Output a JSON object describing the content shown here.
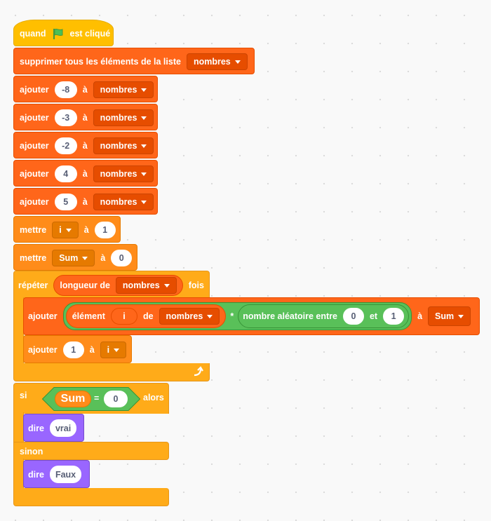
{
  "hat": {
    "prefix": "quand",
    "suffix": "est cliqué",
    "flag_icon": "green-flag-icon"
  },
  "delete_all": {
    "label": "supprimer tous les éléments de la liste",
    "list": "nombres"
  },
  "add_items": [
    {
      "verb": "ajouter",
      "value": "-8",
      "to": "à",
      "list": "nombres"
    },
    {
      "verb": "ajouter",
      "value": "-3",
      "to": "à",
      "list": "nombres"
    },
    {
      "verb": "ajouter",
      "value": "-2",
      "to": "à",
      "list": "nombres"
    },
    {
      "verb": "ajouter",
      "value": "4",
      "to": "à",
      "list": "nombres"
    },
    {
      "verb": "ajouter",
      "value": "5",
      "to": "à",
      "list": "nombres"
    }
  ],
  "set_i": {
    "verb": "mettre",
    "var": "i",
    "to": "à",
    "value": "1"
  },
  "set_sum": {
    "verb": "mettre",
    "var": "Sum",
    "to": "à",
    "value": "0"
  },
  "repeat": {
    "verb": "répéter",
    "reporter": "longueur de",
    "list": "nombres",
    "suffix": "fois"
  },
  "inner_add": {
    "verb": "ajouter",
    "item_label": "élément",
    "index_var": "i",
    "of_label": "de",
    "list": "nombres",
    "operator": "*",
    "random_label": "nombre aléatoire entre",
    "random_from": "0",
    "and_label": "et",
    "random_to": "1",
    "to": "à",
    "target": "Sum"
  },
  "change_i": {
    "verb": "ajouter",
    "value": "1",
    "to": "à",
    "var": "i"
  },
  "if_block": {
    "if_label": "si",
    "var": "Sum",
    "operator": "=",
    "value": "0",
    "then_label": "alors",
    "else_label": "sinon"
  },
  "say_true": {
    "verb": "dire",
    "value": "vrai"
  },
  "say_false": {
    "verb": "dire",
    "value": "Faux"
  },
  "colors": {
    "events": "#ffbf00",
    "lists": "#ff661a",
    "control": "#ffab19",
    "variables": "#ff8c1a",
    "operators": "#59c059",
    "looks": "#9966ff"
  }
}
